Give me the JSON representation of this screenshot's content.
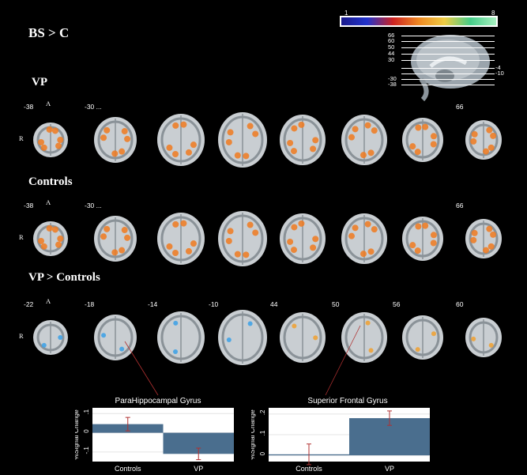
{
  "figure_title": "BS > C",
  "colorbar": {
    "min_label": "1",
    "max_label": "8"
  },
  "sagittal_levels": [
    "66",
    "60",
    "50",
    "44",
    "30",
    "-4",
    "-10",
    "-30",
    "-38"
  ],
  "rows": [
    {
      "label": "VP",
      "orientation": [
        "A",
        "R"
      ],
      "slices": [
        "-38",
        "-30 ...",
        "",
        "",
        "",
        "",
        "",
        "66"
      ]
    },
    {
      "label": "Controls",
      "orientation": [
        "A",
        "R"
      ],
      "slices": [
        "-38",
        "-30 ...",
        "",
        "",
        "",
        "",
        "",
        "66"
      ]
    },
    {
      "label": "VP > Controls",
      "orientation": [
        "A",
        "R"
      ],
      "slices": [
        "-22",
        "-18",
        "-14",
        "-10",
        "44",
        "50",
        "56",
        "60"
      ]
    }
  ],
  "chart_data": [
    {
      "type": "bar",
      "title": "ParaHippocampal Gyrus",
      "categories": [
        "Controls",
        "VP"
      ],
      "values": [
        0.045,
        -0.11
      ],
      "errors": [
        0.035,
        0.03
      ],
      "ylabel": "%Signal Change",
      "ylim": [
        -0.15,
        0.13
      ],
      "yticks": [
        -0.1,
        0,
        0.1
      ],
      "ytick_labels": [
        "-.1",
        "0",
        ".1"
      ],
      "bar_color": "#4a6e8e",
      "error_color": "#b03030"
    },
    {
      "type": "bar",
      "title": "Superior Frontal Gyrus",
      "categories": [
        "Controls",
        "VP"
      ],
      "values": [
        0.005,
        0.18
      ],
      "errors": [
        0.05,
        0.035
      ],
      "ylabel": "%Signal Change",
      "ylim": [
        -0.03,
        0.23
      ],
      "yticks": [
        0,
        0.1,
        0.2
      ],
      "ytick_labels": [
        "0",
        ".1",
        ".2"
      ],
      "bar_color": "#4a6e8e",
      "error_color": "#b03030"
    }
  ]
}
